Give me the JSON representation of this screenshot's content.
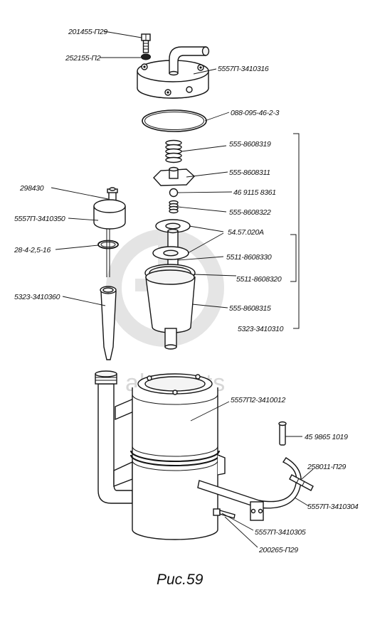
{
  "figure": {
    "caption": "Рис.59",
    "watermark": "ala-parts",
    "watermark_logo": "gp-logo"
  },
  "labels": [
    {
      "id": "p201455",
      "text": "201455-П29"
    },
    {
      "id": "p252155",
      "text": "252155-П2"
    },
    {
      "id": "p3410316",
      "text": "5557П-3410316"
    },
    {
      "id": "p088",
      "text": "088-095-46-2-3"
    },
    {
      "id": "p8608319",
      "text": "555-8608319"
    },
    {
      "id": "p8608311",
      "text": "555-8608311"
    },
    {
      "id": "p469115",
      "text": "46 9115 8361"
    },
    {
      "id": "p8608322",
      "text": "555-8608322"
    },
    {
      "id": "p5457",
      "text": "54.57.020А"
    },
    {
      "id": "p8608330",
      "text": "5511-8608330"
    },
    {
      "id": "p8608320",
      "text": "5511-8608320"
    },
    {
      "id": "p8608315",
      "text": "555-8608315"
    },
    {
      "id": "p3410310",
      "text": "5323-3410310"
    },
    {
      "id": "p298430",
      "text": "298430"
    },
    {
      "id": "p3410350",
      "text": "5557П-3410350"
    },
    {
      "id": "p28",
      "text": "28-4-2,5-16"
    },
    {
      "id": "p3410360",
      "text": "5323-3410360"
    },
    {
      "id": "p3410012",
      "text": "5557П2-3410012"
    },
    {
      "id": "p459865",
      "text": "45 9865 1019"
    },
    {
      "id": "p258011",
      "text": "258011-П29"
    },
    {
      "id": "p3410304",
      "text": "5557П-3410304"
    },
    {
      "id": "p3410305",
      "text": "5557П-3410305"
    },
    {
      "id": "p200265",
      "text": "200265-П29"
    }
  ]
}
